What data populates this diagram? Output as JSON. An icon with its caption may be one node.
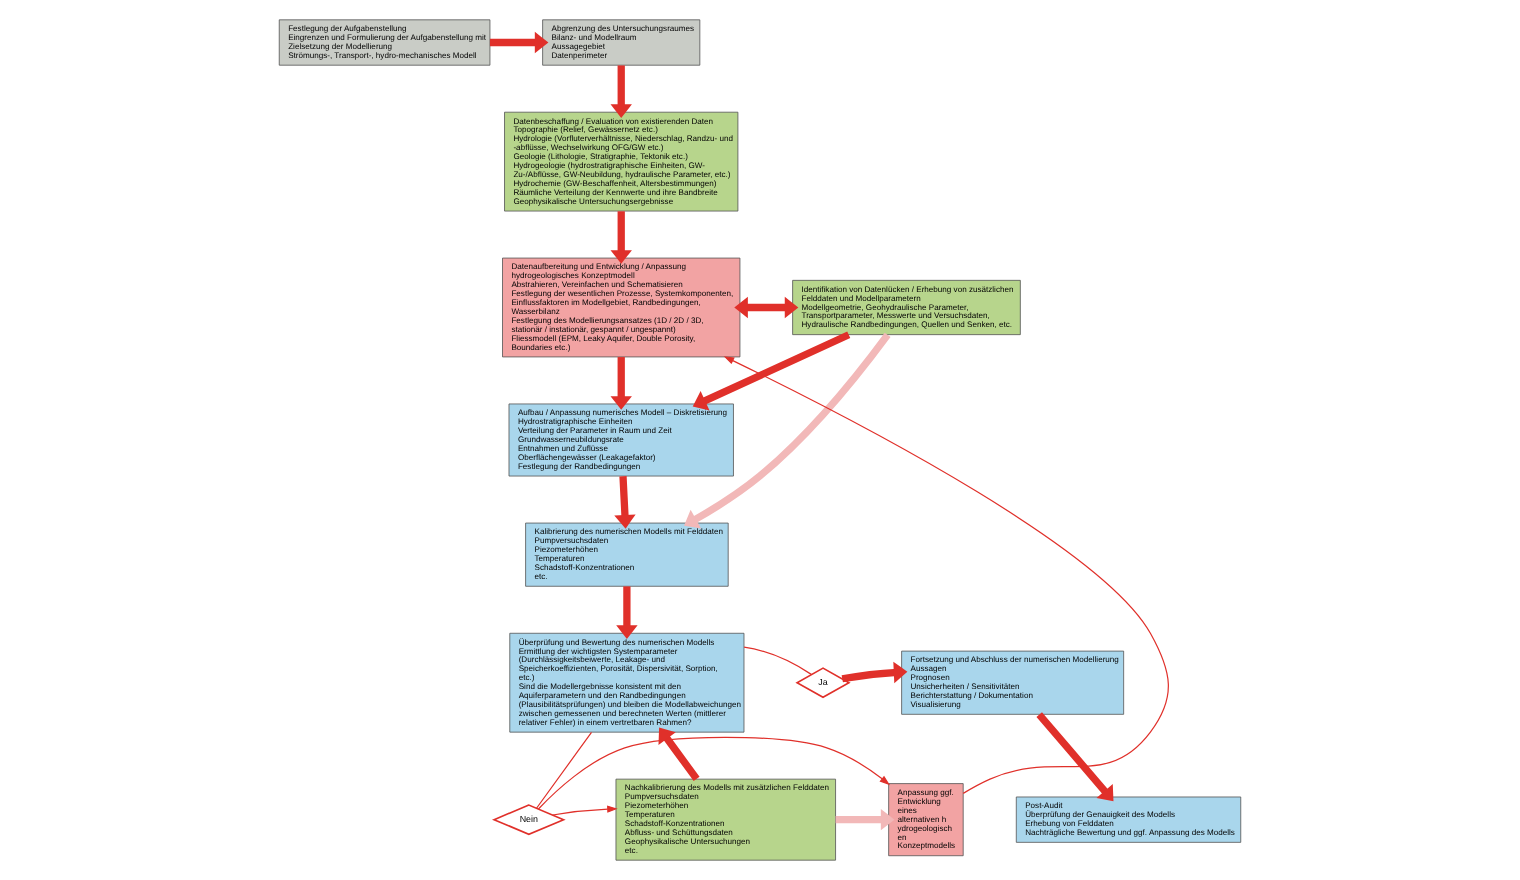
{
  "diagram": {
    "nodes": [
      {
        "text": [
          "Festlegung der Aufgabenstellung",
          "Eingrenzen und Formulierung der Aufgabenstellung mit Zielsetzung der Modellierung",
          "Strömungs-, Transport-, hydro-mechanisches Modell"
        ]
      },
      {
        "text": [
          "Abgrenzung des Untersuchungsraumes",
          "Bilanz- und Modellraum",
          "Aussagegebiet",
          "Datenperimeter"
        ]
      },
      {
        "text": [
          "Datenbeschaffung / Evaluation von existierenden Daten",
          "Topographie (Relief, Gewässernetz etc.)",
          "Hydrologie (Vorfluterverhältnisse, Niederschlag, Randzu- und -abflüsse, Wechselwirkung OFG/GW etc.)",
          "Geologie (Lithologie, Stratigraphie, Tektonik etc.)",
          "Hydrogeologie (hydrostratigraphische Einheiten, GW-Zu-/Abflüsse, GW-Neubildung, hydraulische Parameter, etc.)",
          "Hydrochemie (GW-Beschaffenheit, Altersbestimmungen)",
          "Räumliche Verteilung der Kennwerte und ihre Bandbreite",
          "Geophysikalische Untersuchungsergebnisse"
        ]
      },
      {
        "text": [
          "Datenaufbereitung und Entwicklung / Anpassung hydrogeologisches Konzeptmodell",
          "Abstrahieren, Vereinfachen und Schematisieren",
          "Festlegung der wesentlichen Prozesse, Systemkomponenten, Einflussfaktoren im Modellgebiet, Randbedingungen, Wasserbilanz",
          "Festlegung des Modellierungsansatzes (1D / 2D / 3D, stationär / instationär, gespannt / ungespannt)",
          "Fliessmodell (EPM, Leaky Aquifer, Double Porosity, Boundaries etc.)"
        ]
      },
      {
        "text": [
          "Identifikation von Datenlücken / Erhebung von zusätzlichen Felddaten und Modellparametern",
          "Modellgeometrie, Geohydraulische Parameter, Transportparameter, Messwerte und Versuchsdaten, Hydraulische Randbedingungen, Quellen und Senken, etc."
        ]
      },
      {
        "text": [
          "Aufbau / Anpassung numerisches Modell – Diskretisierung",
          "Hydrostratigraphische Einheiten",
          "Verteilung der Parameter in Raum und Zeit",
          "Grundwasserneubildungsrate",
          "Entnahmen und Zuflüsse",
          "Oberflächengewässer (Leakagefaktor)",
          "Festlegung der Randbedingungen"
        ]
      },
      {
        "text": [
          "Kalibrierung des numerischen Modells mit Felddaten",
          "Pumpversuchsdaten",
          "Piezometerhöhen",
          "Temperaturen",
          "Schadstoff-Konzentrationen",
          "etc."
        ]
      },
      {
        "text": [
          "Überprüfung und Bewertung des numerischen Modells",
          "Ermittlung der wichtigsten Systemparameter (Durchlässigkeitsbeiwerte, Leakage- und Speicherkoeffizienten, Porosität, Dispersivität, Sorption, etc.)",
          "Sind die Modellergebnisse konsistent mit den Aquiferparametern und den Randbedingungen (Plausibilitätsprüfungen) und bleiben die Modellabweichungen zwischen gemessenen und berechneten Werten (mittlerer relativer Fehler) in einem vertretbaren Rahmen?"
        ]
      },
      {
        "text": [
          "Ja"
        ]
      },
      {
        "text": [
          "Fortsetzung und Abschluss der numerischen Modellierung",
          "Aussagen",
          "Prognosen",
          "Unsicherheiten / Sensitivitäten",
          "Berichterstattung / Dokumentation",
          "Visualisierung"
        ]
      },
      {
        "text": [
          "Post-Audit",
          "Überprüfung der Genauigkeit des Modells",
          "Erhebung von Felddaten",
          "Nachträgliche Bewertung und ggf. Anpassung des Modells"
        ]
      },
      {
        "text": [
          "Nein"
        ]
      },
      {
        "text": [
          "Nachkalibrierung des Modells mit zusätzlichen Felddaten",
          "Pumpversuchsdaten",
          "Piezometerhöhen",
          "Temperaturen",
          "Schadstoff-Konzentrationen",
          "Abfluss- und Schüttungsdaten",
          "Geophysikalische Untersuchungen",
          "etc."
        ]
      },
      {
        "text": [
          "Anpassung ggf. Entwicklung eines alternativen hydrogeologischen Konzeptmodells"
        ]
      }
    ],
    "edges": [
      {
        "from": 0,
        "to": 1,
        "arrow": "to"
      },
      {
        "from": 1,
        "to": 2,
        "arrow": "to"
      },
      {
        "from": 2,
        "to": 3,
        "arrow": "to"
      },
      {
        "from": 3,
        "to": 4,
        "arrow": "both"
      },
      {
        "from": 3,
        "to": 5,
        "arrow": "to"
      },
      {
        "from": 4,
        "to": 5,
        "arrow": "to"
      },
      {
        "from": 5,
        "to": 6,
        "arrow": "to"
      },
      {
        "from": 4,
        "to": 6,
        "arrow": "to",
        "color": "#f2b8b8"
      },
      {
        "from": 6,
        "to": 7,
        "arrow": "to"
      },
      {
        "from": 7,
        "to": 8,
        "arrow": "none"
      },
      {
        "from": 8,
        "to": 9,
        "arrow": "to"
      },
      {
        "from": 9,
        "to": 10,
        "arrow": "to"
      },
      {
        "from": 7,
        "to": 11,
        "arrow": "none"
      },
      {
        "from": 11,
        "to": 12,
        "arrow": "to"
      },
      {
        "from": 11,
        "to": 13,
        "arrow": "to"
      },
      {
        "from": 12,
        "to": 7,
        "arrow": "to"
      },
      {
        "from": 12,
        "to": 13,
        "arrow": "to",
        "color": "#f2b8b8"
      },
      {
        "from": 13,
        "to": 3,
        "arrow": "to"
      }
    ]
  }
}
